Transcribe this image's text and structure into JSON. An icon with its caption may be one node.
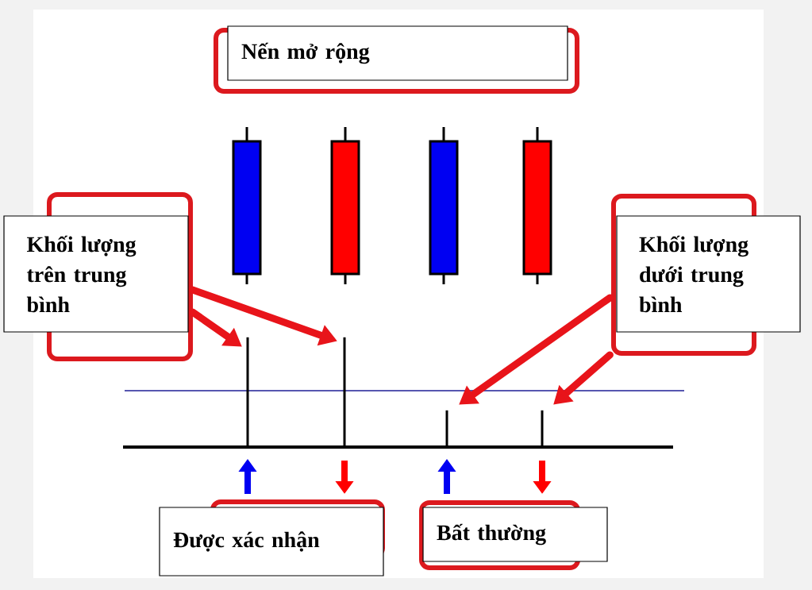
{
  "diagram": {
    "nodes": [
      {
        "text": [
          "Nến mở rộng"
        ]
      },
      {
        "text": [
          "Khối lượng trên trung bình"
        ]
      },
      {
        "text": [
          "Khối lượng dưới trung bình"
        ]
      },
      {
        "text": [
          "Được xác nhận"
        ]
      },
      {
        "text": [
          "Bất thường"
        ]
      },
      {
        "text": [],
        "shape": "bar"
      },
      {
        "text": [],
        "shape": "bar"
      },
      {
        "text": [],
        "shape": "bar"
      },
      {
        "text": [],
        "shape": "bar"
      }
    ],
    "edges": [
      {
        "from": 1,
        "to": 5,
        "arrow": "to"
      },
      {
        "from": 1,
        "to": 6,
        "arrow": "to"
      },
      {
        "from": 2,
        "to": 7,
        "arrow": "to"
      },
      {
        "from": 2,
        "to": 8,
        "arrow": "to"
      }
    ]
  }
}
